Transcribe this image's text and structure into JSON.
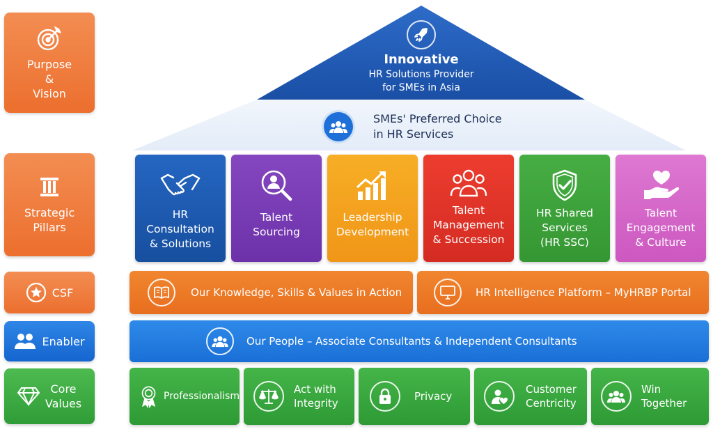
{
  "left_labels": {
    "purpose_vision": "Purpose\n&\nVision",
    "strategic_pillars": "Strategic\nPillars",
    "csf": "CSF",
    "enabler": "Enabler",
    "core_values": "Core\nValues"
  },
  "roof": {
    "title": "Innovative",
    "subtitle_line1": "HR Solutions Provider",
    "subtitle_line2": "for SMEs  in Asia",
    "band_line1": "SMEs' Preferred Choice",
    "band_line2": "in HR Services"
  },
  "pillars": [
    {
      "label": "HR\nConsultation\n& Solutions",
      "icon": "handshake-icon",
      "color": "#1d5fb8"
    },
    {
      "label": "Talent\nSourcing",
      "icon": "search-person-icon",
      "color": "#7b3db8"
    },
    {
      "label": "Leadership\nDevelopment",
      "icon": "growth-chart-icon",
      "color": "#f4a21d"
    },
    {
      "label": "Talent\nManagement\n& Succession",
      "icon": "team-icon",
      "color": "#e5322a"
    },
    {
      "label": "HR Shared\nServices\n(HR SSC)",
      "icon": "shield-check-icon",
      "color": "#3ea33d"
    },
    {
      "label": "Talent\nEngagement\n& Culture",
      "icon": "heart-hand-icon",
      "color": "#d765c9"
    }
  ],
  "csf": {
    "knowledge": "Our Knowledge, Skills & Values in Action",
    "platform": "HR Intelligence Platform – MyHRBP Portal"
  },
  "enabler": {
    "people": "Our People – Associate Consultants & Independent Consultants"
  },
  "core_values": [
    {
      "label": "Professionalism",
      "icon": "award-ribbon-icon"
    },
    {
      "label": "Act with\nIntegrity",
      "icon": "scales-icon"
    },
    {
      "label": "Privacy",
      "icon": "lock-icon"
    },
    {
      "label": "Customer\nCentricity",
      "icon": "customer-heart-icon"
    },
    {
      "label": "Win Together",
      "icon": "team-icon"
    }
  ],
  "colors": {
    "orange": "#ec6f2e",
    "blue": "#1565cf",
    "green": "#2f9c37",
    "roof_blue": "#1f55ad",
    "roof_band": "#eef4fb"
  }
}
